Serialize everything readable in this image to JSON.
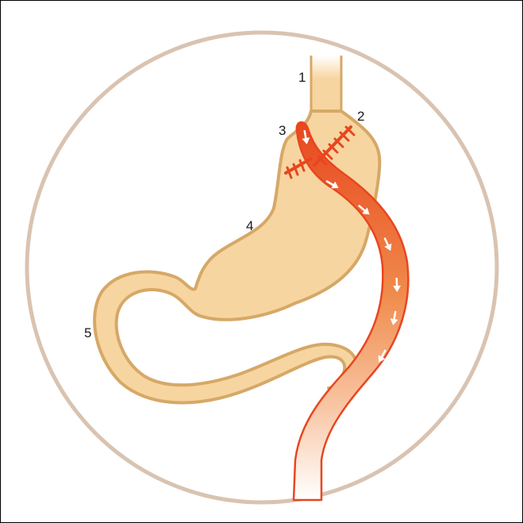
{
  "labels": {
    "l1": "1",
    "l2": "2",
    "l3": "3",
    "l4": "4",
    "l5": "5"
  },
  "colors": {
    "circle_border": "#d9c3b1",
    "stomach_fill": "#f7d5a0",
    "stomach_outline": "#d6a867",
    "limb_red": "#e8461f",
    "limb_orange": "#f08a4b",
    "arrow": "#ffffff",
    "staple": "#e8461f"
  }
}
